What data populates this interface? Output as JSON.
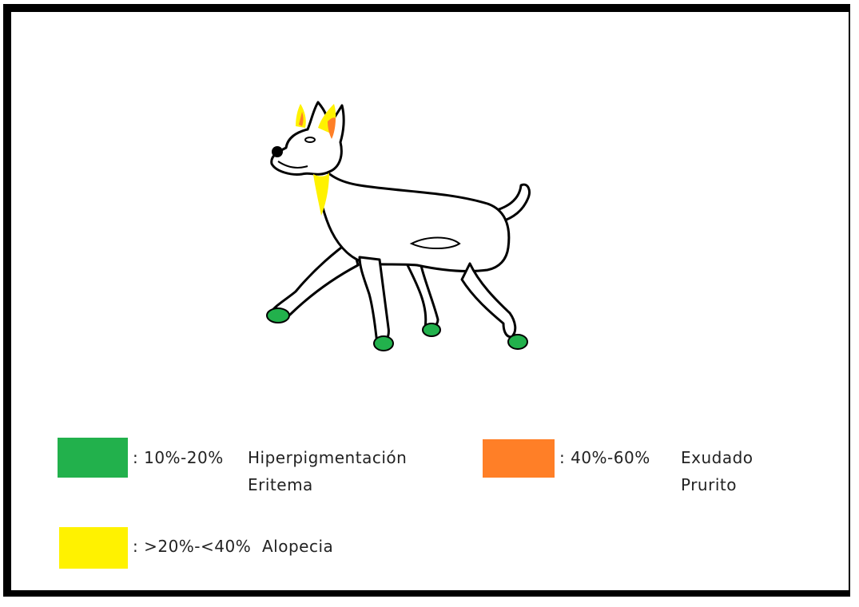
{
  "legend": [
    {
      "color": "#22b14c",
      "range": ": 10%-20%",
      "signs": [
        "Hiperpigmentación",
        "Eritema"
      ]
    },
    {
      "color": "#ff7f27",
      "range": ": 40%-60%",
      "signs": [
        "Exudado",
        "Prurito"
      ]
    },
    {
      "color": "#fff200",
      "range": ": >20%-<40%",
      "signs": [
        "Alopecia"
      ]
    }
  ],
  "illustration": {
    "subject": "dog-icon",
    "colors": {
      "outline": "#000000",
      "body": "#ffffff",
      "paws": "#22b14c",
      "ears": "#ff7f27",
      "throat": "#fff200"
    }
  }
}
